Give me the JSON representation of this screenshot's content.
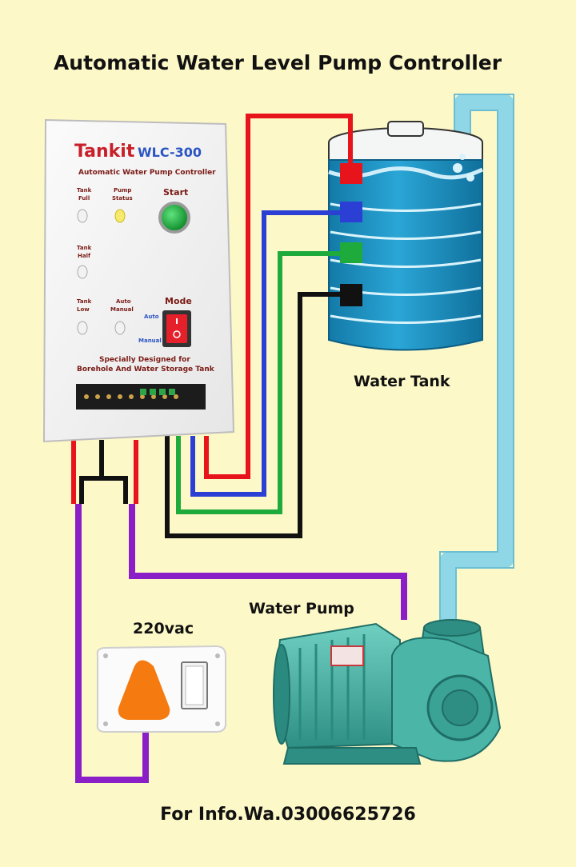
{
  "title": "Automatic Water Level Pump Controller",
  "controller": {
    "brand": "Tankit",
    "model": "WLC-300",
    "subtitle": "Automatic Water Pump Controller",
    "indicators": {
      "tank_full": [
        "Tank",
        "Full"
      ],
      "pump_status": [
        "Pump",
        "Status"
      ],
      "tank_half": [
        "Tank",
        "Half"
      ],
      "tank_low": [
        "Tank",
        "Low"
      ],
      "auto_manual": [
        "Auto",
        "Manual"
      ]
    },
    "start_label": "Start",
    "mode_label": "Mode",
    "auto_label": "Auto",
    "manual_label": "Manual",
    "note_line1": "Specially Designed for",
    "note_line2": "Borehole And Water Storage Tank"
  },
  "labels": {
    "water_tank": "Water Tank",
    "water_pump": "Water Pump",
    "power": "220vac"
  },
  "footer": "For Info.Wa.03006625726",
  "colors": {
    "background": "#fdf8c8",
    "wire_red": "#e8141c",
    "wire_blue": "#2b3fd4",
    "wire_green": "#1faa3c",
    "wire_black": "#111111",
    "wire_purple": "#8a1fc8",
    "pipe": "#8fd6e6",
    "tank_water": "#1d93c4",
    "pump_body": "#4bb6a8",
    "plug": "#f57a10",
    "start_button": "#17b33c",
    "mode_switch": "#e5202a"
  }
}
